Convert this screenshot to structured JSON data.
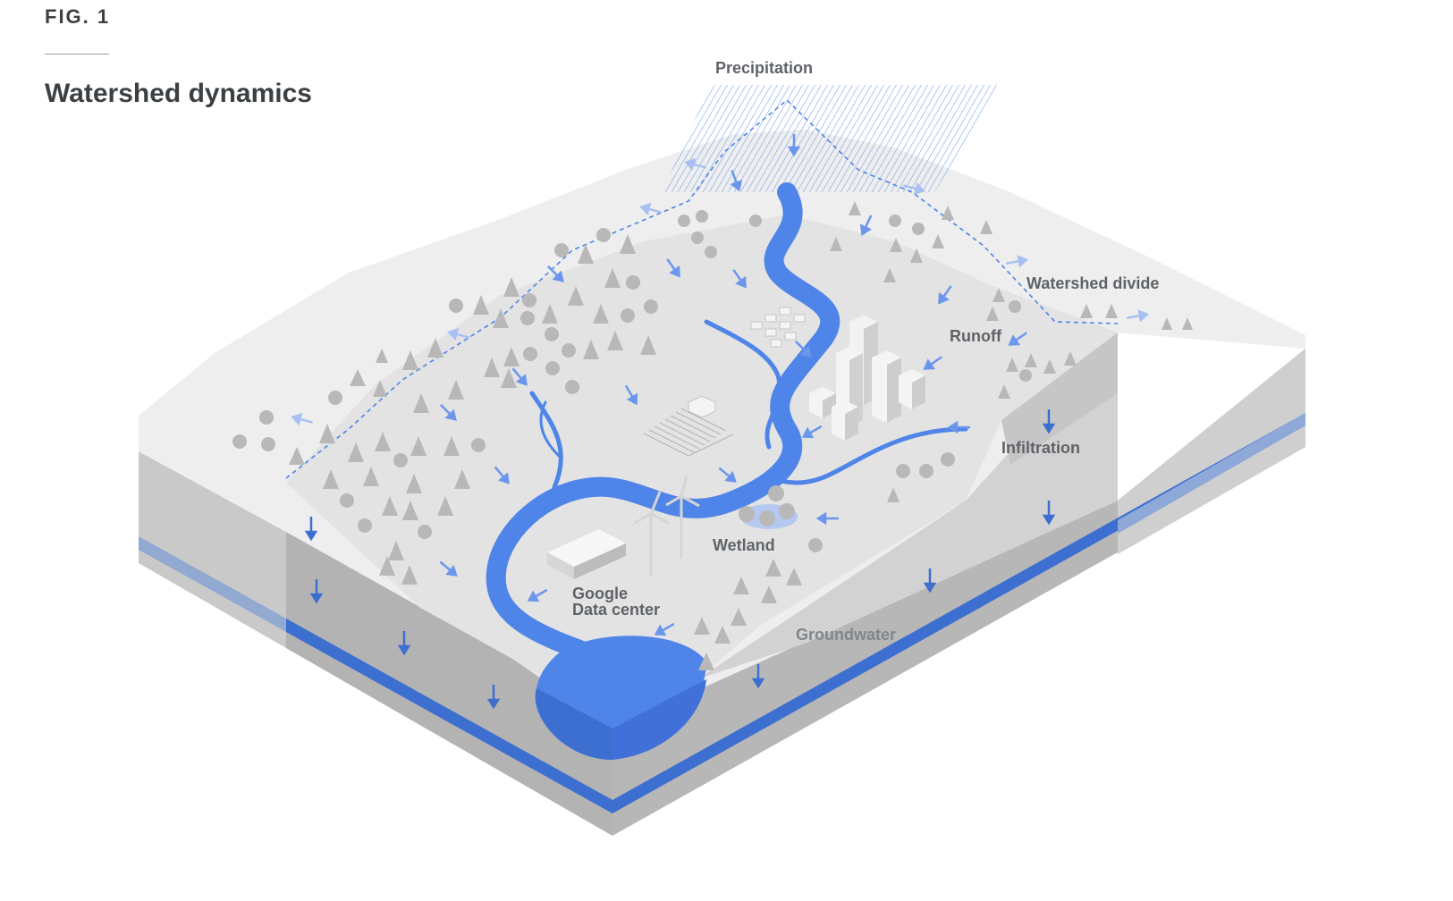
{
  "header": {
    "fig_number": "FIG. 1",
    "title": "Watershed dynamics"
  },
  "labels": {
    "precipitation": "Precipitation",
    "watershed_divide": "Watershed divide",
    "runoff": "Runoff",
    "infiltration": "Infiltration",
    "wetland": "Wetland",
    "data_center_line1": "Google",
    "data_center_line2": "Data center",
    "groundwater": "Groundwater"
  },
  "colors": {
    "water": "#4f84e8",
    "water_dark": "#3d6fd0",
    "arrow": "#6b96ec",
    "terrain_top": "#e9e9e9",
    "terrain_side_light": "#c8c8c8",
    "terrain_side_dark": "#a6a6a6",
    "tree": "#b5b5b5"
  }
}
